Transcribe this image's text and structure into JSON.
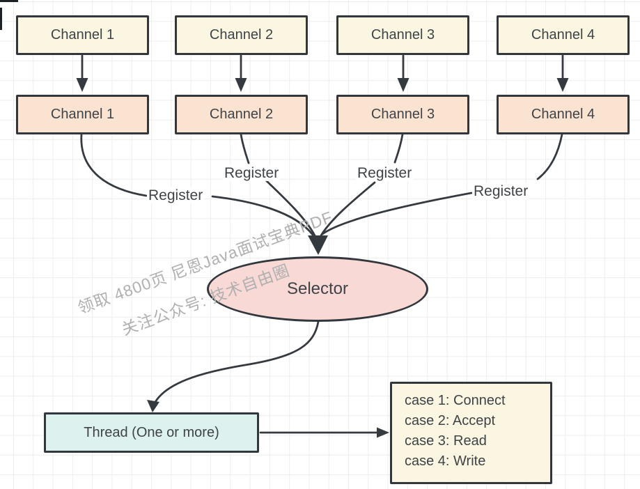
{
  "channels": {
    "top": [
      {
        "label": "Channel 1"
      },
      {
        "label": "Channel 2"
      },
      {
        "label": "Channel 3"
      },
      {
        "label": "Channel 4"
      }
    ],
    "registered": [
      {
        "label": "Channel 1"
      },
      {
        "label": "Channel 2"
      },
      {
        "label": "Channel 3"
      },
      {
        "label": "Channel 4"
      }
    ]
  },
  "register_labels": [
    "Register",
    "Register",
    "Register",
    "Register"
  ],
  "selector_label": "Selector",
  "thread_label": "Thread (One or more)",
  "case_lines": [
    "case 1: Connect",
    "case 2: Accept",
    "case 3: Read",
    "case 4: Write"
  ],
  "watermark": {
    "line1": "领取 4800页 尼恩Java面试宝典PDF",
    "line2": "关注公众号: 技术自由圈"
  },
  "colors": {
    "stroke": "#343a3f",
    "channel_top_fill": "#faf6e2",
    "channel_registered_fill": "#fbe3d1",
    "selector_fill": "#f9d9d6",
    "thread_fill": "#ddf1ee",
    "case_fill": "#faf6e2",
    "watermark_text": "#b0b0b0",
    "grid_line": "#ededed"
  }
}
